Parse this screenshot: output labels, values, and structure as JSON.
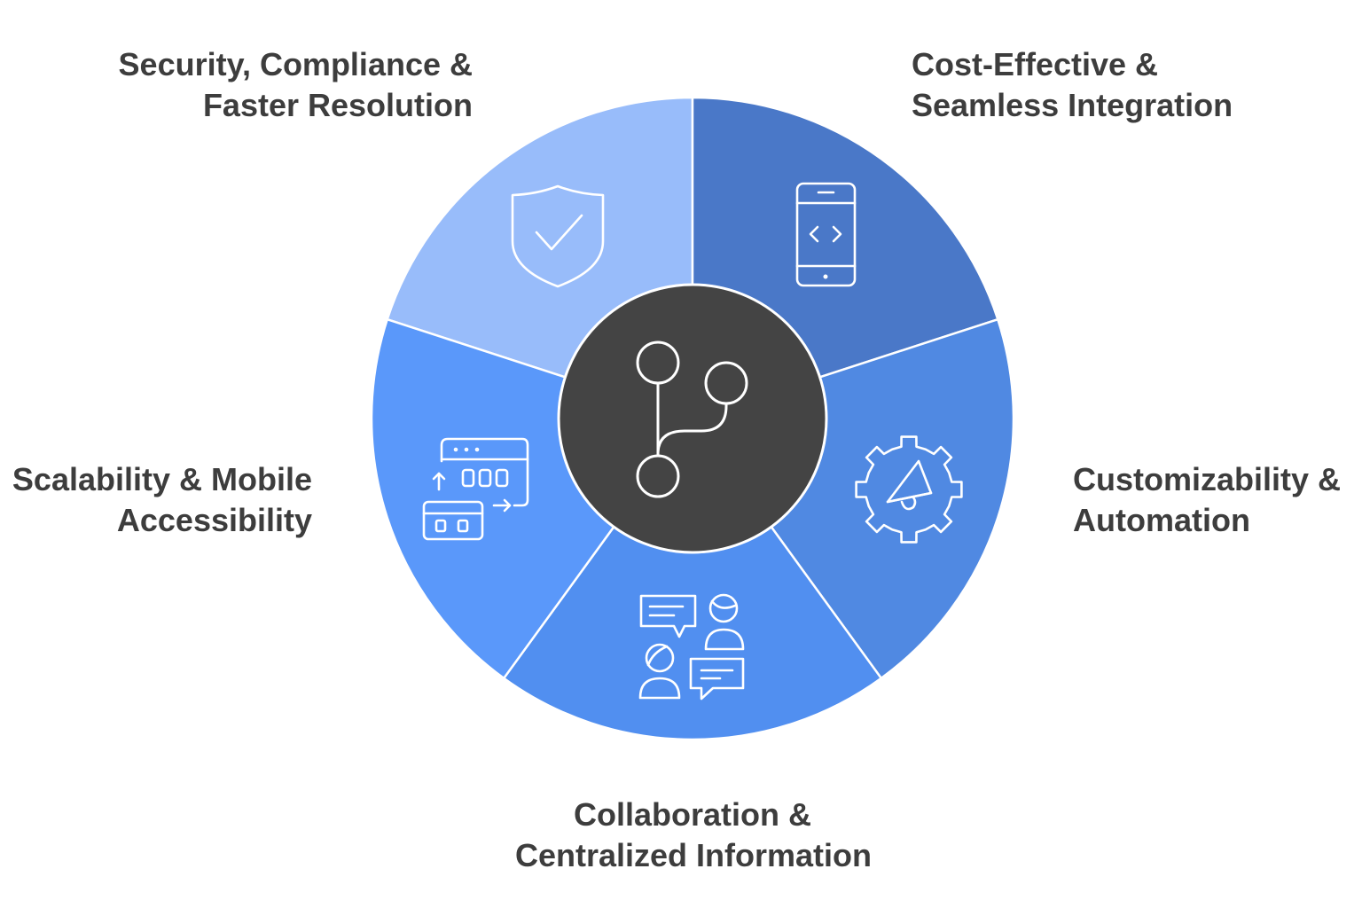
{
  "diagram": {
    "center_icon": "git-branch-icon",
    "segments": [
      {
        "id": "security",
        "line1": "Security, Compliance &",
        "line2": "Faster Resolution",
        "icon": "shield-check-icon",
        "color": "#98bcfa"
      },
      {
        "id": "cost",
        "line1": "Cost-Effective &",
        "line2": "Seamless Integration",
        "icon": "mobile-code-icon",
        "color": "#4a78c8"
      },
      {
        "id": "customizability",
        "line1": "Customizability &",
        "line2": "Automation",
        "icon": "gear-megaphone-icon",
        "color": "#5089e2"
      },
      {
        "id": "collaboration",
        "line1": "Collaboration &",
        "line2": "Centralized Information",
        "icon": "people-chat-icon",
        "color": "#518ff0"
      },
      {
        "id": "scalability",
        "line1": "Scalability & Mobile",
        "line2": "Accessibility",
        "icon": "app-windows-icon",
        "color": "#5a98fa"
      }
    ],
    "center_color": "#444444",
    "label_color": "#3d3d3d"
  }
}
